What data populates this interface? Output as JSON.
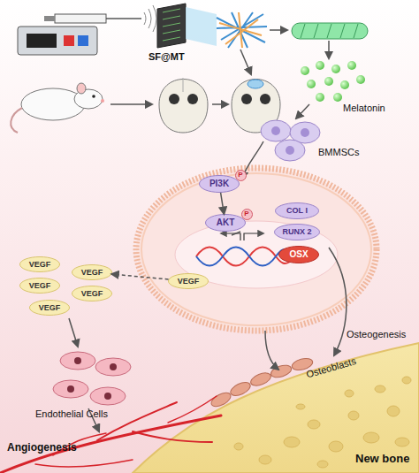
{
  "diagram": {
    "nodes": [
      {
        "text": [
          "PI3K"
        ]
      },
      {
        "text": [
          "P"
        ]
      },
      {
        "text": [
          "AKT"
        ]
      },
      {
        "text": [
          "P"
        ]
      },
      {
        "text": [
          "COL I"
        ]
      },
      {
        "text": [
          "RUNX 2"
        ]
      },
      {
        "text": [
          "OSX"
        ]
      },
      {
        "text": [
          "VEGF"
        ]
      },
      {
        "text": [
          "VEGF"
        ]
      },
      {
        "text": [
          "VEGF"
        ]
      },
      {
        "text": [
          "VEGF"
        ]
      },
      {
        "text": [
          "VEGF"
        ]
      },
      {
        "text": [
          "VEGF"
        ]
      }
    ],
    "edges": [
      {
        "from": 0,
        "to": 2,
        "arrow": "to"
      },
      {
        "from": 7,
        "to": 9,
        "arrow": "to"
      }
    ],
    "labels": [
      "SF@MT",
      "Melatonin",
      "BMMSCs",
      "Endothelial Cells",
      "Angiogenesis",
      "Osteogenesis",
      "Osteoblasts",
      "New bone"
    ]
  }
}
